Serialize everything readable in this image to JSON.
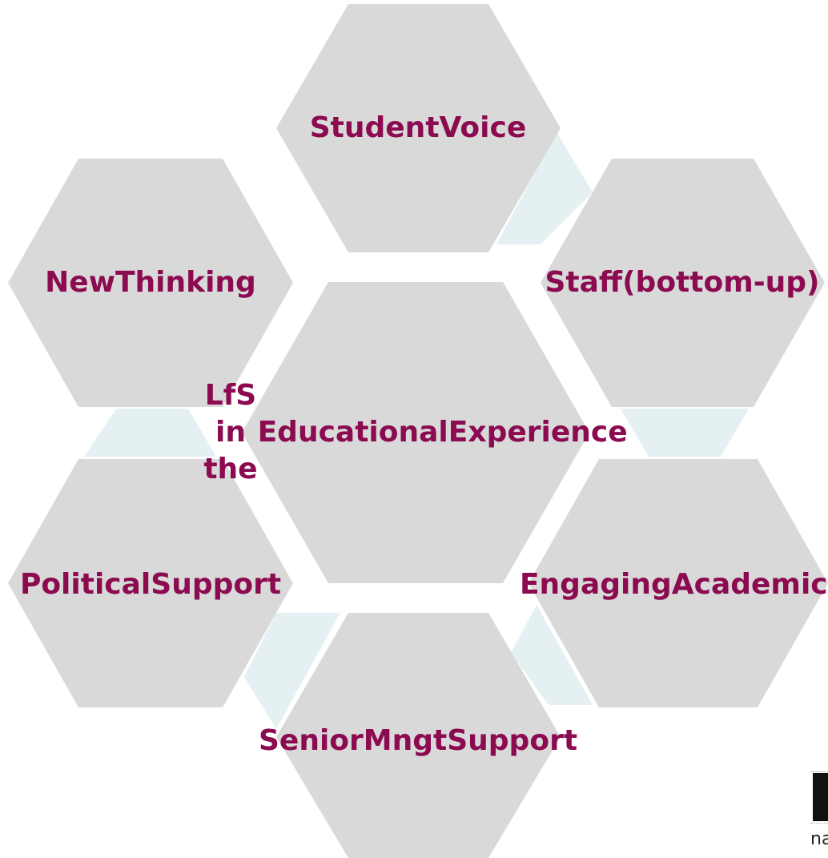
{
  "colors": {
    "hexagon_fill": "#d9d9d9",
    "connector_fill": "#e4f0f2",
    "label_text": "#8b0a50",
    "background": "#ffffff"
  },
  "hexagons": {
    "center": {
      "line1": "LfS in the",
      "line2": "Educational",
      "line3": "Experience"
    },
    "student_voice": {
      "line1": "Student",
      "line2": "Voice"
    },
    "staff": {
      "line1": "Staff",
      "line2": "(bottom-",
      "line3": "up)"
    },
    "engaging_academics": {
      "line1": "Engaging",
      "line2": "Academics"
    },
    "senior_mngt": {
      "line1": "Senior",
      "line2": "Mngt",
      "line3": "Support"
    },
    "political_support": {
      "line1": "Political",
      "line2": "Support"
    },
    "new_thinking": {
      "line1": "New",
      "line2": "Thinking"
    }
  },
  "logo": {
    "text": "na"
  }
}
